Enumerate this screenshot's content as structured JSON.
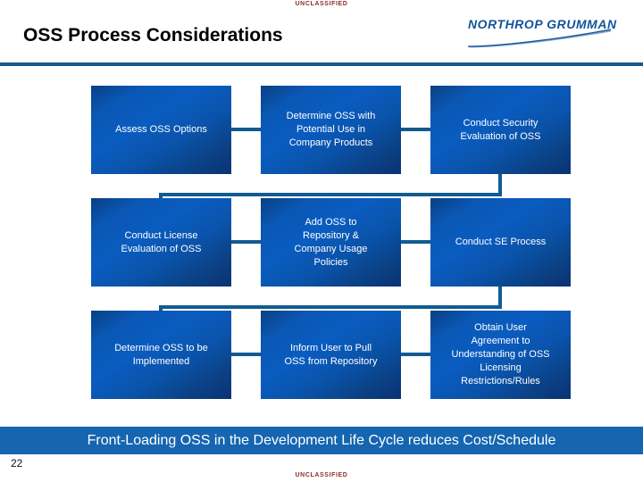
{
  "classification": {
    "top": "UNCLASSIFIED",
    "bottom": "UNCLASSIFIED",
    "color": "#8c2f2f"
  },
  "header": {
    "title": "OSS Process Considerations",
    "rule_color": "#125b91"
  },
  "logo": {
    "name": "northrop-grumman-logo",
    "text": "NORTHROP GRUMMAN",
    "color": "#10539b"
  },
  "diagram": {
    "type": "process-flow",
    "node_fill_start": "#0a5cc0",
    "node_fill_end": "#0b3274",
    "connector_color": "#125b91",
    "node_text_color": "#ffffff",
    "rows": [
      {
        "nodes": [
          {
            "id": "assess-oss-options",
            "lines": [
              "Assess OSS Options"
            ]
          },
          {
            "id": "determine-oss-potential-use",
            "lines": [
              "Determine OSS with",
              "Potential Use in",
              "Company Products"
            ]
          },
          {
            "id": "conduct-security-evaluation",
            "lines": [
              "Conduct Security",
              "Evaluation of OSS"
            ]
          }
        ]
      },
      {
        "nodes": [
          {
            "id": "conduct-license-evaluation",
            "lines": [
              "Conduct License",
              "Evaluation of OSS"
            ]
          },
          {
            "id": "add-oss-to-repository",
            "lines": [
              "Add OSS to",
              "Repository &",
              "Company Usage",
              "Policies"
            ]
          },
          {
            "id": "conduct-se-process",
            "lines": [
              "Conduct SE Process"
            ]
          }
        ]
      },
      {
        "nodes": [
          {
            "id": "determine-oss-to-be-implemented",
            "lines": [
              "Determine OSS to be",
              "Implemented"
            ]
          },
          {
            "id": "inform-user-to-pull-oss",
            "lines": [
              "Inform User to Pull",
              "OSS from Repository"
            ]
          },
          {
            "id": "obtain-user-agreement",
            "lines": [
              "Obtain User",
              "Agreement to",
              "Understanding of OSS",
              "Licensing",
              "Restrictions/Rules"
            ]
          }
        ]
      }
    ]
  },
  "footer": {
    "banner_text": "Front-Loading OSS in the Development Life Cycle reduces Cost/Schedule",
    "banner_color": "#1565b0",
    "page_number": "22"
  }
}
